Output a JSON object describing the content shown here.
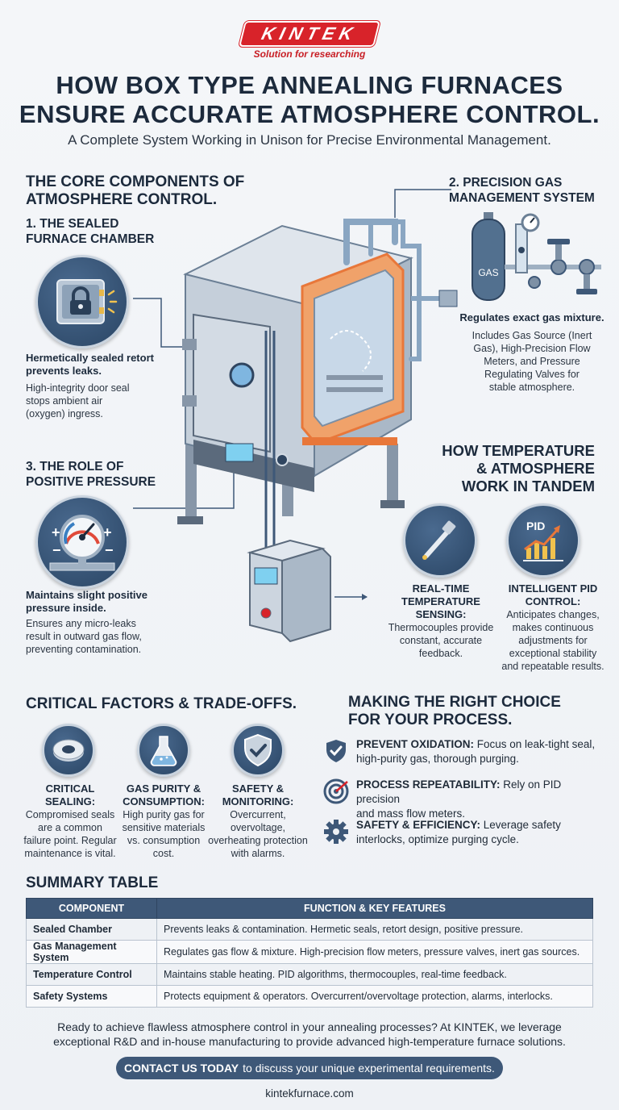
{
  "brand": {
    "logo": "KINTEK",
    "tagline": "Solution for researching"
  },
  "header": {
    "title_line1": "HOW BOX TYPE ANNEALING FURNACES",
    "title_line2": "ENSURE ACCURATE ATMOSPHERE CONTROL.",
    "subtitle": "A Complete System Working in Unison for Precise Environmental Management."
  },
  "core": {
    "heading_line1": "THE CORE COMPONENTS OF",
    "heading_line2": "ATMOSPHERE CONTROL.",
    "chamber": {
      "title_line1": "1. THE SEALED",
      "title_line2": "FURNACE CHAMBER",
      "bold_line1": "Hermetically sealed retort",
      "bold_line2": "prevents leaks.",
      "body_line1": "High-integrity door seal",
      "body_line2": "stops ambient air",
      "body_line3": "(oxygen) ingress."
    },
    "gas": {
      "title_line1": "2. PRECISION GAS",
      "title_line2": "MANAGEMENT SYSTEM",
      "cylinder_label": "GAS",
      "bold": "Regulates exact gas mixture.",
      "body_line1": "Includes Gas Source (Inert",
      "body_line2": "Gas), High-Precision Flow",
      "body_line3": "Meters, and Pressure",
      "body_line4": "Regulating Valves for",
      "body_line5": "stable atmosphere."
    },
    "pressure": {
      "title_line1": "3. THE ROLE OF",
      "title_line2": "POSITIVE PRESSURE",
      "plus": "+",
      "minus": "−",
      "bold_line1": "Maintains slight positive",
      "bold_line2": "pressure inside.",
      "body_line1": "Ensures any micro-leaks",
      "body_line2": "result in outward gas flow,",
      "body_line3": "preventing contamination."
    },
    "tandem": {
      "heading_line1": "HOW TEMPERATURE",
      "heading_line2": "& ATMOSPHERE",
      "heading_line3": "WORK IN TANDEM",
      "sensing": {
        "title_line1": "REAL-TIME",
        "title_line2": "TEMPERATURE",
        "title_line3": "SENSING:",
        "body_line1": "Thermocouples provide",
        "body_line2": "constant, accurate",
        "body_line3": "feedback."
      },
      "pid": {
        "icon_label": "PID",
        "title_line1": "INTELLIGENT PID",
        "title_line2": "CONTROL:",
        "body_line1": "Anticipates changes,",
        "body_line2": "makes continuous",
        "body_line3": "adjustments for",
        "body_line4": "exceptional stability",
        "body_line5": "and repeatable results."
      }
    }
  },
  "factors": {
    "heading": "CRITICAL FACTORS & TRADE-OFFS.",
    "items": [
      {
        "title_line1": "CRITICAL",
        "title_line2": "SEALING:",
        "body_line1": "Compromised seals",
        "body_line2": "are a common",
        "body_line3": "failure point. Regular",
        "body_line4": "maintenance is vital."
      },
      {
        "title_line1": "GAS PURITY &",
        "title_line2": "CONSUMPTION:",
        "body_line1": "High purity gas for",
        "body_line2": "sensitive materials",
        "body_line3": "vs. consumption",
        "body_line4": "cost."
      },
      {
        "title_line1": "SAFETY &",
        "title_line2": "MONITORING:",
        "body_line1": "Overcurrent,",
        "body_line2": "overvoltage,",
        "body_line3": "overheating protection",
        "body_line4": "with alarms."
      }
    ]
  },
  "choice": {
    "heading_line1": "MAKING THE RIGHT CHOICE",
    "heading_line2": "FOR YOUR PROCESS.",
    "items": [
      {
        "label": "PREVENT OXIDATION:",
        "text_line1": " Focus on leak-tight seal,",
        "text_line2": "high-purity gas, thorough purging."
      },
      {
        "label": "PROCESS REPEATABILITY:",
        "text_line1": " Rely on PID precision",
        "text_line2": "and mass flow meters."
      },
      {
        "label": "SAFETY & EFFICIENCY:",
        "text_line1": " Leverage safety",
        "text_line2": "interlocks, optimize purging cycle."
      }
    ]
  },
  "summary": {
    "heading": "SUMMARY TABLE",
    "col1": "COMPONENT",
    "col2": "FUNCTION & KEY FEATURES",
    "rows": [
      {
        "component": "Sealed Chamber",
        "function": "Prevents leaks & contamination. Hermetic seals, retort design, positive pressure."
      },
      {
        "component": "Gas Management System",
        "function": "Regulates gas flow & mixture. High-precision flow meters, pressure valves, inert gas sources."
      },
      {
        "component": "Temperature Control",
        "function": "Maintains stable heating. PID algorithms, thermocouples, real-time feedback."
      },
      {
        "component": "Safety Systems",
        "function": "Protects equipment & operators. Overcurrent/overvoltage protection, alarms, interlocks."
      }
    ]
  },
  "footer": {
    "line1": "Ready to achieve flawless atmosphere control in your annealing processes? At KINTEK, we leverage",
    "line2": "exceptional R&D and in-house manufacturing to provide advanced high-temperature furnace solutions.",
    "cta_bold": "CONTACT US TODAY",
    "cta_text": "to discuss your unique experimental requirements.",
    "website": "kintekfurnace.com"
  },
  "colors": {
    "brand_red": "#d8232a",
    "navy": "#1c2a3c",
    "steel_blue": "#3e5878",
    "heating_orange": "#e8773a"
  }
}
